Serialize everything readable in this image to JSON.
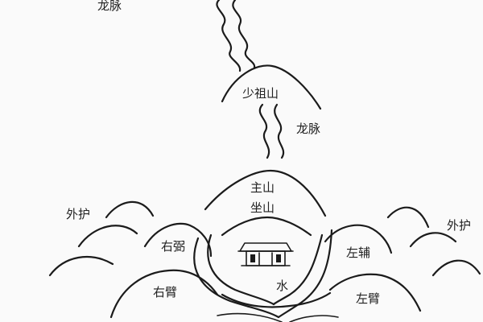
{
  "labels": {
    "dragon_vein_top": "龙脉",
    "shaozu_mountain": "少祖山",
    "dragon_vein_mid": "龙脉",
    "main_mountain": "主山",
    "seat_mountain": "坐山",
    "outer_guard_left": "外护",
    "outer_guard_right": "外护",
    "right_support": "右弼",
    "left_assist": "左辅",
    "water": "水",
    "right_arm": "右臂",
    "left_arm": "左臂"
  }
}
